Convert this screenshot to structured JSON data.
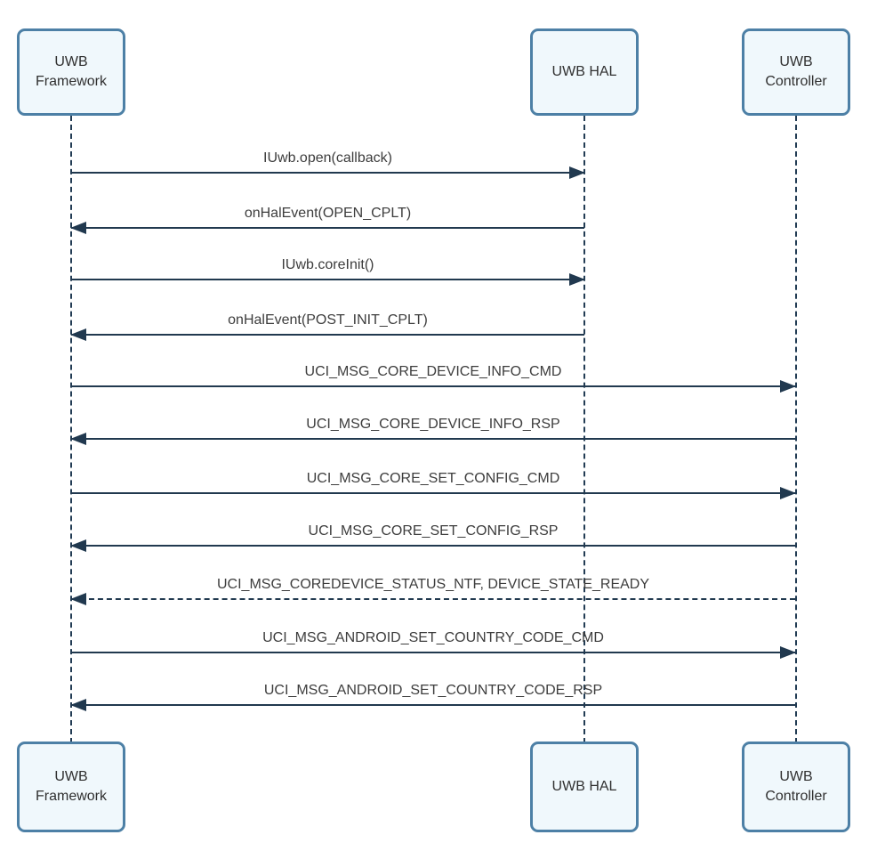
{
  "diagram": {
    "type": "sequence",
    "actors": [
      {
        "id": "uwb-framework",
        "label": "UWB\nFramework"
      },
      {
        "id": "uwb-hal",
        "label": "UWB HAL"
      },
      {
        "id": "uwb-controller",
        "label": "UWB\nController"
      }
    ],
    "messages": [
      {
        "label": "IUwb.open(callback)",
        "from": "uwb-framework",
        "to": "uwb-hal",
        "line": "solid",
        "direction": "right"
      },
      {
        "label": "onHalEvent(OPEN_CPLT)",
        "from": "uwb-hal",
        "to": "uwb-framework",
        "line": "solid",
        "direction": "left"
      },
      {
        "label": "IUwb.coreInit()",
        "from": "uwb-framework",
        "to": "uwb-hal",
        "line": "solid",
        "direction": "right"
      },
      {
        "label": "onHalEvent(POST_INIT_CPLT)",
        "from": "uwb-hal",
        "to": "uwb-framework",
        "line": "solid",
        "direction": "left"
      },
      {
        "label": "UCI_MSG_CORE_DEVICE_INFO_CMD",
        "from": "uwb-framework",
        "to": "uwb-controller",
        "line": "solid",
        "direction": "right"
      },
      {
        "label": "UCI_MSG_CORE_DEVICE_INFO_RSP",
        "from": "uwb-controller",
        "to": "uwb-framework",
        "line": "solid",
        "direction": "left"
      },
      {
        "label": "UCI_MSG_CORE_SET_CONFIG_CMD",
        "from": "uwb-framework",
        "to": "uwb-controller",
        "line": "solid",
        "direction": "right"
      },
      {
        "label": "UCI_MSG_CORE_SET_CONFIG_RSP",
        "from": "uwb-controller",
        "to": "uwb-framework",
        "line": "solid",
        "direction": "left"
      },
      {
        "label": "UCI_MSG_COREDEVICE_STATUS_NTF, DEVICE_STATE_READY",
        "from": "uwb-controller",
        "to": "uwb-framework",
        "line": "dashed",
        "direction": "left"
      },
      {
        "label": "UCI_MSG_ANDROID_SET_COUNTRY_CODE_CMD",
        "from": "uwb-framework",
        "to": "uwb-controller",
        "line": "solid",
        "direction": "right"
      },
      {
        "label": "UCI_MSG_ANDROID_SET_COUNTRY_CODE_RSP",
        "from": "uwb-controller",
        "to": "uwb-framework",
        "line": "solid",
        "direction": "left"
      }
    ],
    "colors": {
      "box_border": "#4d80a6",
      "box_fill": "#f0f8fc",
      "line": "#21394f",
      "message_text": "#3d3d3d",
      "box_text": "#303030",
      "background": "#ffffff"
    }
  }
}
